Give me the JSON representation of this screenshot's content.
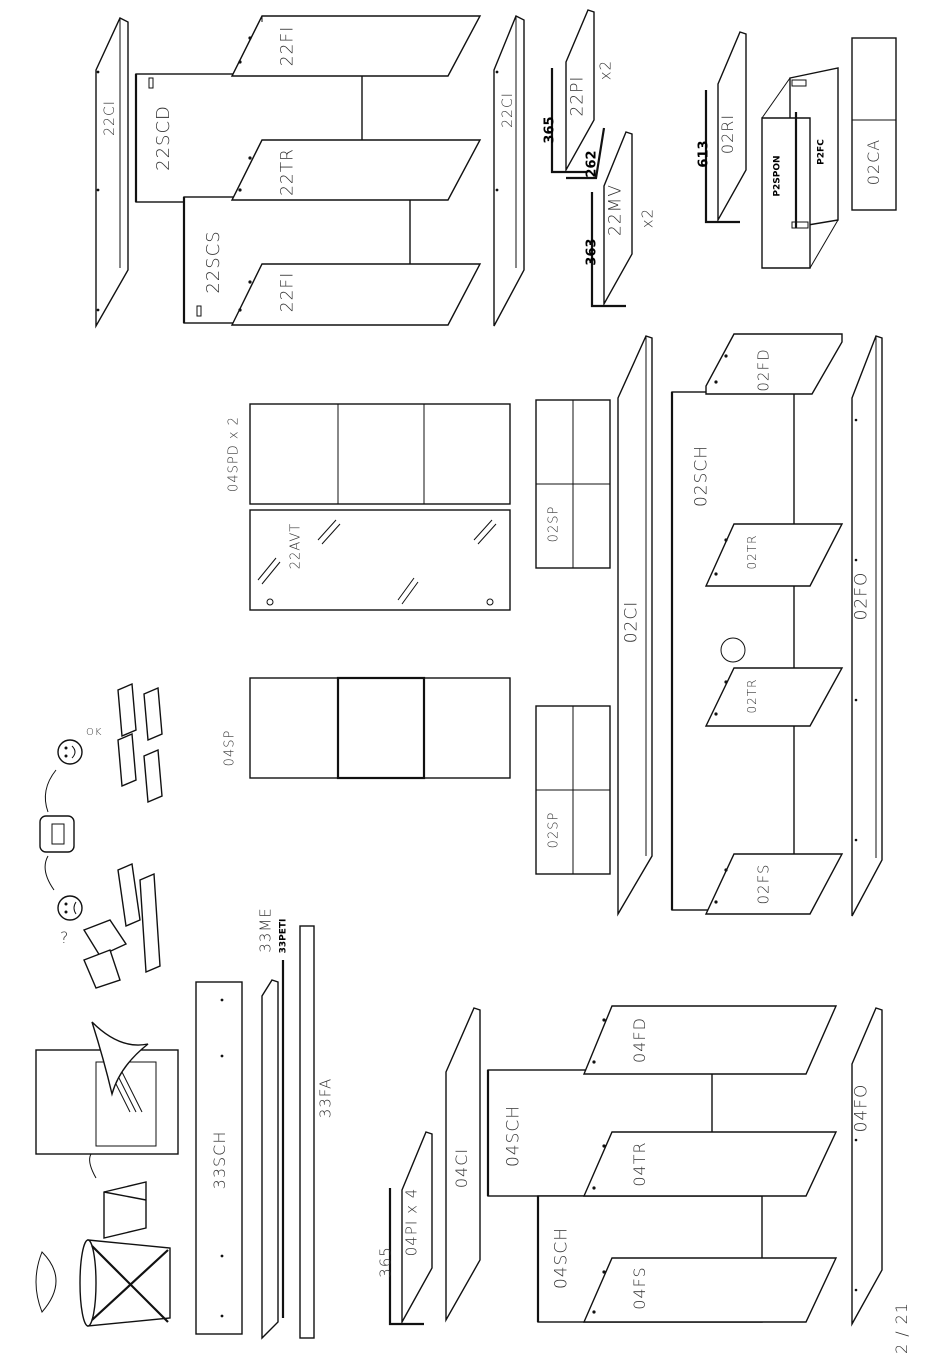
{
  "page_number": "2 / 21",
  "labels": {
    "p22CI_a": "22CI",
    "p22CI_b": "22CI",
    "p22SCD": "22SCD",
    "p22SCS": "22SCS",
    "p22FI_a": "22FI",
    "p22FI_b": "22FI",
    "p22TR": "22TR",
    "p22PI": "22PI",
    "p22MV": "22MV",
    "p02RI": "02RI",
    "p02CA": "02CA",
    "pP2SPON": "P2SPON",
    "pP2FC": "P2FC",
    "p04SPD": "04SPD x 2",
    "p22AVT": "22AVT",
    "p04SP": "04SP",
    "p02SP_a": "02SP",
    "p02SP_b": "02SP",
    "p02CI": "02CI",
    "p02SCH": "02SCH",
    "p02FD": "02FD",
    "p02TR_a": "02TR",
    "p02TR_b": "02TR",
    "p02FS": "02FS",
    "p02FO": "02FO",
    "p33SCH": "33SCH",
    "p33ME": "33ME",
    "p33PETI": "33PETI",
    "p33FA": "33FA",
    "p04PI": "04PI x 4",
    "p04CI": "04CI",
    "p04SCH_a": "04SCH",
    "p04SCH_b": "04SCH",
    "p04FD": "04FD",
    "p04TR": "04TR",
    "p04FS": "04FS",
    "p04FO": "04FO",
    "ok": "OK",
    "question": "?"
  },
  "dimensions": {
    "d365_a": "365",
    "d262": "262",
    "d363": "363",
    "d613": "613",
    "d365_b": "365"
  },
  "multipliers": {
    "x2_a": "x2",
    "x2_b": "x2"
  },
  "icons": [
    "trash-bin-icon",
    "manual-icon",
    "cabinet-icon",
    "box-icon",
    "sad-face-icon",
    "phone-icon",
    "happy-face-icon",
    "panels-icon"
  ]
}
